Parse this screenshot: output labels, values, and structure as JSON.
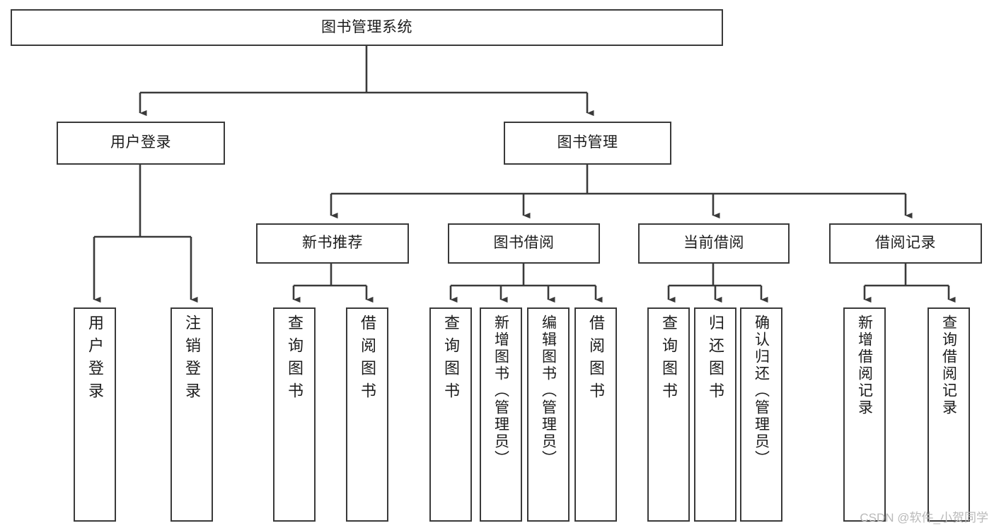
{
  "diagram": {
    "type": "tree-hierarchy-chart",
    "title": "图书管理系统",
    "watermark": "CSDN @软件_小贺同学",
    "colors": {
      "box_border": "#3a3a3a",
      "connector": "#3a3a3a",
      "background": "#ffffff",
      "text": "#1c1c1c",
      "watermark": "#b9b9b9"
    },
    "root": {
      "label": "图书管理系统"
    },
    "level2": [
      {
        "label": "用户登录"
      },
      {
        "label": "图书管理"
      }
    ],
    "level3": [
      {
        "label": "新书推荐"
      },
      {
        "label": "图书借阅"
      },
      {
        "label": "当前借阅"
      },
      {
        "label": "借阅记录"
      }
    ],
    "leaves": {
      "user_login": [
        {
          "label": "用户登录"
        },
        {
          "label": "注销登录"
        }
      ],
      "new_book_recommend": [
        {
          "label": "查询图书"
        },
        {
          "label": "借阅图书"
        }
      ],
      "book_borrow": [
        {
          "label": "查询图书"
        },
        {
          "label": "新增图书（管理员）"
        },
        {
          "label": "编辑图书（管理员）"
        },
        {
          "label": "借阅图书"
        }
      ],
      "current_borrow": [
        {
          "label": "查询图书"
        },
        {
          "label": "归还图书"
        },
        {
          "label": "确认归还（管理员）"
        }
      ],
      "borrow_record": [
        {
          "label": "新增借阅记录"
        },
        {
          "label": "查询借阅记录"
        }
      ]
    }
  }
}
